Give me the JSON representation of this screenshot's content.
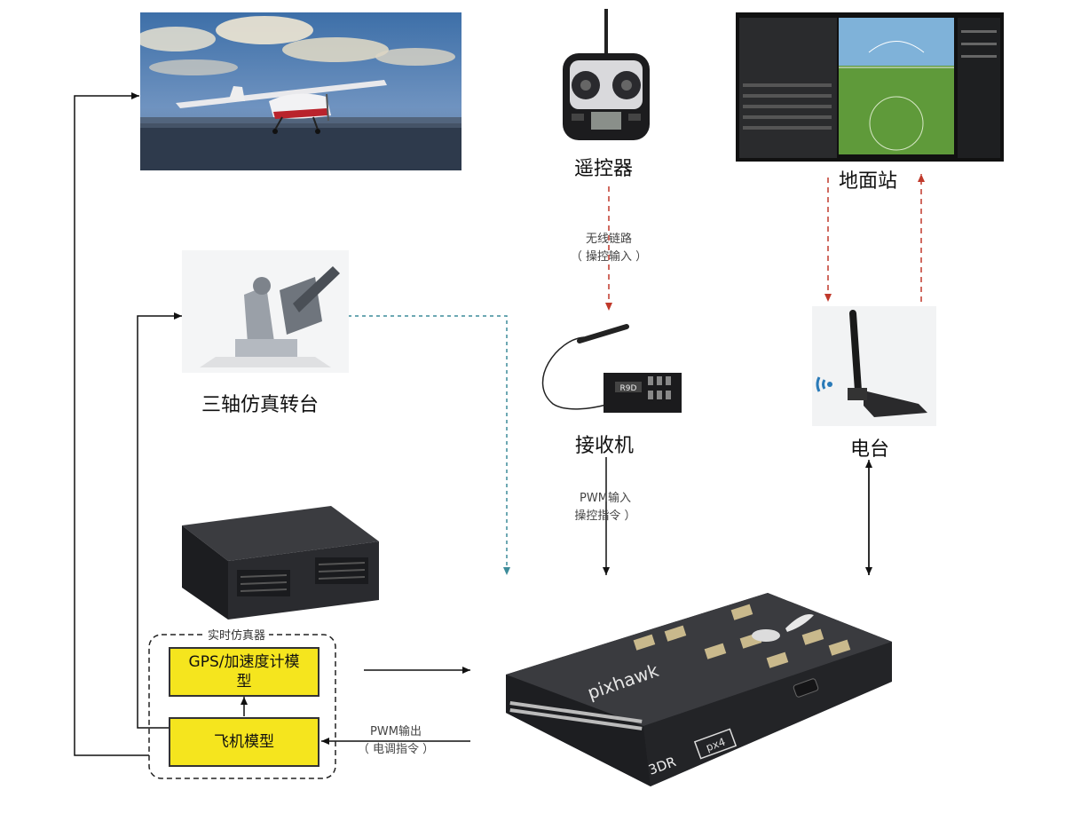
{
  "labels": {
    "remote_controller": "遥控器",
    "ground_station": "地面站",
    "turntable": "三轴仿真转台",
    "receiver": "接收机",
    "radio": "电台",
    "simulator": "实时仿真器"
  },
  "links": {
    "wireless_line1": "无线链路",
    "wireless_line2": "（ 操控输入 ）",
    "pwm_in_line1": "PWM输入",
    "pwm_in_line2": "操控指令 ）",
    "pwm_out_line1": "PWM输出",
    "pwm_out_line2": "（ 电调指令 ）"
  },
  "blocks": {
    "gps_model_line1": "GPS/加速度计模",
    "gps_model_line2": "型",
    "aircraft_model": "飞机模型"
  },
  "device_marks": {
    "flight_controller_brand": "pixhawk",
    "flight_controller_tag": "px4",
    "flight_controller_maker": "3DR",
    "receiver_model": "R9D"
  },
  "colors": {
    "block_fill": "#f5e51e",
    "red_dashed": "#c0392b",
    "teal_dashed": "#3d8c9a"
  }
}
